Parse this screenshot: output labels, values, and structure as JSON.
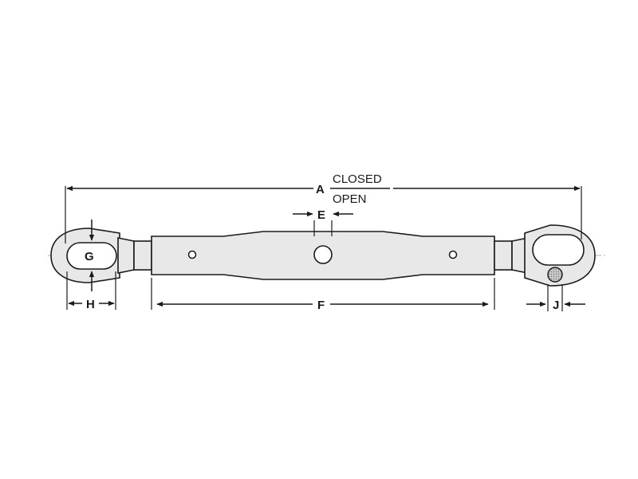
{
  "labels": {
    "overall_length": "A",
    "closed": "CLOSED",
    "open": "OPEN",
    "hole_diameter": "E",
    "body_length": "F",
    "eye_inner_height": "G",
    "eye_width": "H",
    "pin_diameter": "J"
  },
  "colors": {
    "line": "#1a1a1a",
    "body_fill": "#e8e8e8",
    "centerline": "#9a9a9a",
    "pin_fill": "#b0b0b0"
  }
}
